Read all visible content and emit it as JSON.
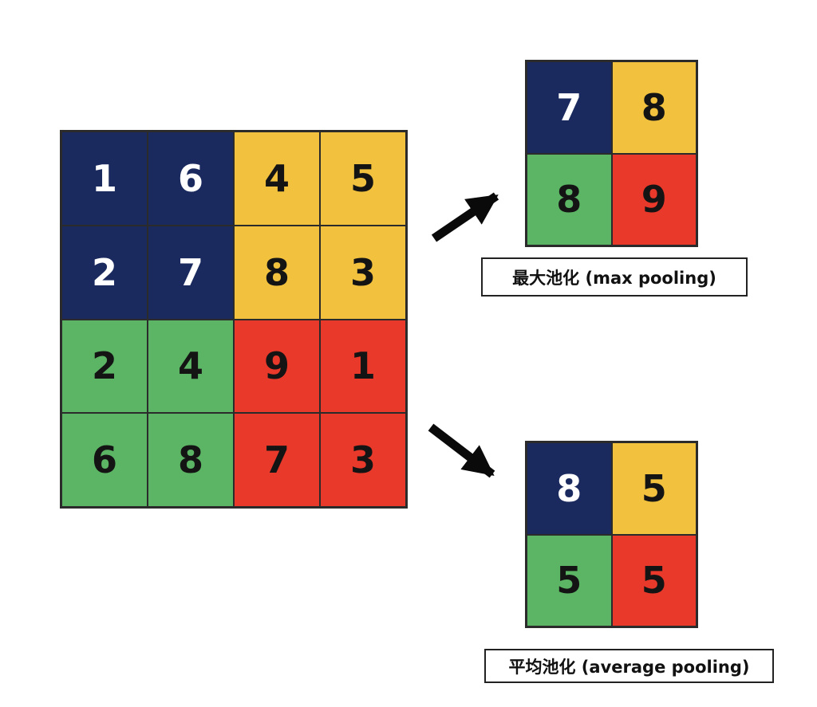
{
  "colors": {
    "navy": "#1a2a5e",
    "yellow": "#f2c23e",
    "green": "#5bb564",
    "red": "#e8392b",
    "navy_text": "#ffffff",
    "dark_text": "#141414",
    "border": "#2b2b2b",
    "arrow": "#0a0a0a"
  },
  "input_grid": {
    "rows": 4,
    "cols": 4,
    "cells": [
      {
        "value": "1",
        "color": "navy"
      },
      {
        "value": "6",
        "color": "navy"
      },
      {
        "value": "4",
        "color": "yellow"
      },
      {
        "value": "5",
        "color": "yellow"
      },
      {
        "value": "2",
        "color": "navy"
      },
      {
        "value": "7",
        "color": "navy"
      },
      {
        "value": "8",
        "color": "yellow"
      },
      {
        "value": "3",
        "color": "yellow"
      },
      {
        "value": "2",
        "color": "green"
      },
      {
        "value": "4",
        "color": "green"
      },
      {
        "value": "9",
        "color": "red"
      },
      {
        "value": "1",
        "color": "red"
      },
      {
        "value": "6",
        "color": "green"
      },
      {
        "value": "8",
        "color": "green"
      },
      {
        "value": "7",
        "color": "red"
      },
      {
        "value": "3",
        "color": "red"
      }
    ]
  },
  "max_pooling": {
    "label": "最大池化 (max pooling)",
    "rows": 2,
    "cols": 2,
    "cells": [
      {
        "value": "7",
        "color": "navy"
      },
      {
        "value": "8",
        "color": "yellow"
      },
      {
        "value": "8",
        "color": "green"
      },
      {
        "value": "9",
        "color": "red"
      }
    ]
  },
  "average_pooling": {
    "label": "平均池化 (average pooling)",
    "rows": 2,
    "cols": 2,
    "cells": [
      {
        "value": "8",
        "color": "navy"
      },
      {
        "value": "5",
        "color": "yellow"
      },
      {
        "value": "5",
        "color": "green"
      },
      {
        "value": "5",
        "color": "red"
      }
    ]
  }
}
